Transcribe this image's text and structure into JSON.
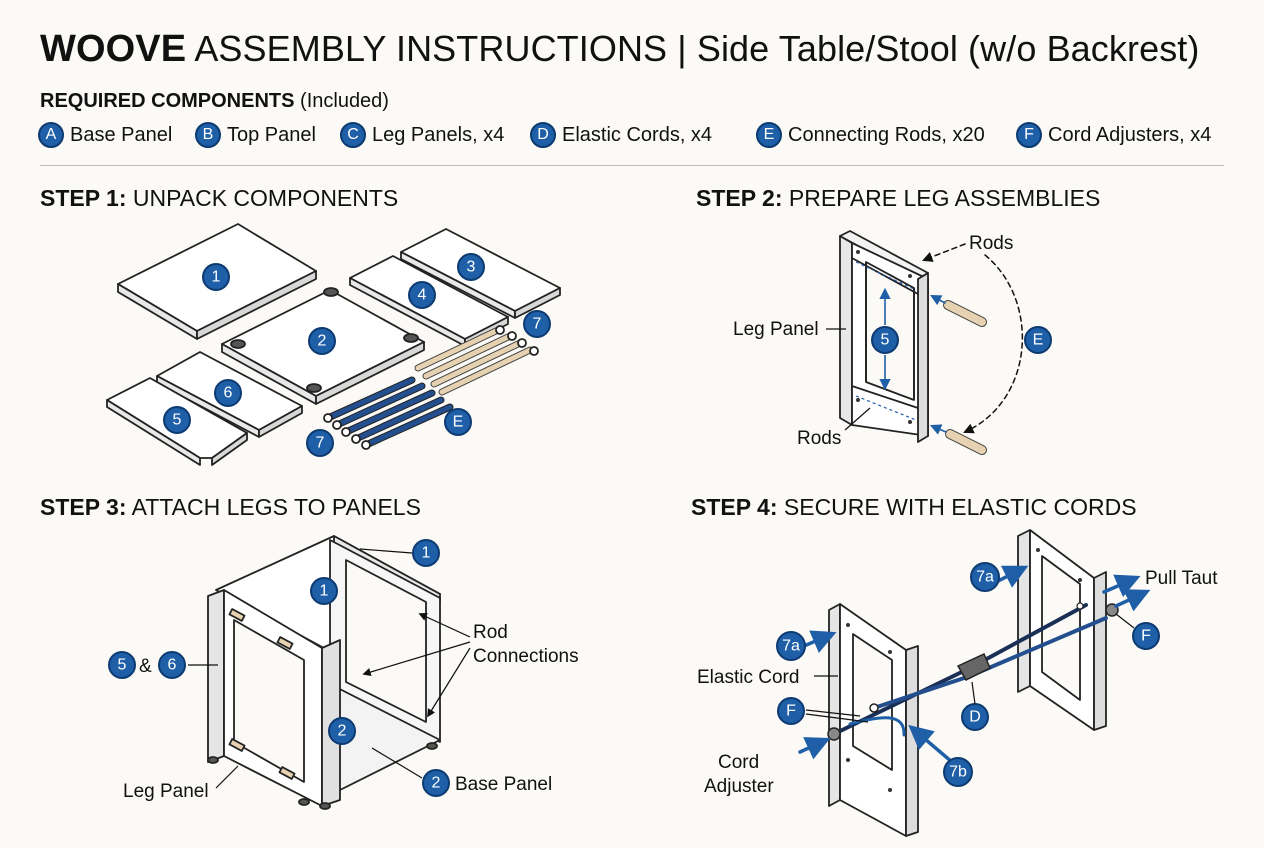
{
  "header": {
    "brand": "WOOVE",
    "title": "ASSEMBLY INSTRUCTIONS | Side Table/Stool (w/o Backrest)"
  },
  "components": {
    "heading": "REQUIRED COMPONENTS",
    "heading_note": "(Included)",
    "items": [
      {
        "letter": "A",
        "label": "Base Panel"
      },
      {
        "letter": "B",
        "label": "Top Panel"
      },
      {
        "letter": "C",
        "label": "Leg Panels, x4"
      },
      {
        "letter": "D",
        "label": "Elastic Cords, x4"
      },
      {
        "letter": "E",
        "label": "Connecting Rods, x20"
      },
      {
        "letter": "F",
        "label": "Cord Adjusters, x4"
      }
    ]
  },
  "steps": [
    {
      "num": "STEP 1:",
      "title": "UNPACK COMPONENTS"
    },
    {
      "num": "STEP 2:",
      "title": "PREPARE LEG ASSEMBLIES"
    },
    {
      "num": "STEP 3:",
      "title": "ATTACH LEGS TO PANELS"
    },
    {
      "num": "STEP 4:",
      "title": "SECURE WITH ELASTIC CORDS"
    }
  ],
  "step1": {
    "callouts": [
      "1",
      "2",
      "3",
      "4",
      "5",
      "6",
      "7",
      "7",
      "E"
    ]
  },
  "step2": {
    "rods_top": "Rods",
    "rods_bottom": "Rods",
    "leg_panel": "Leg Panel",
    "callout_num": "5",
    "callout_letter": "E"
  },
  "step3": {
    "callout_top": "1",
    "callout_side": "1",
    "legs_a": "5",
    "amp": "&",
    "legs_b": "6",
    "rod_conn_1": "Rod",
    "rod_conn_2": "Connections",
    "base_num": "2",
    "callout_base": "2",
    "base_panel": "Base Panel",
    "leg_panel": "Leg Panel"
  },
  "step4": {
    "c7a_top": "7a",
    "c7a_left": "7a",
    "pull_taut": "Pull Taut",
    "f_right": "F",
    "f_left": "F",
    "elastic_cord": "Elastic Cord",
    "d": "D",
    "c7b": "7b",
    "cord_1": "Cord",
    "cord_2": "Adjuster"
  },
  "colors": {
    "accent": "#1f5fa8",
    "accent_dark": "#0d3a70",
    "wood": "#e6d2b0",
    "rod_blue": "#244f8f"
  }
}
